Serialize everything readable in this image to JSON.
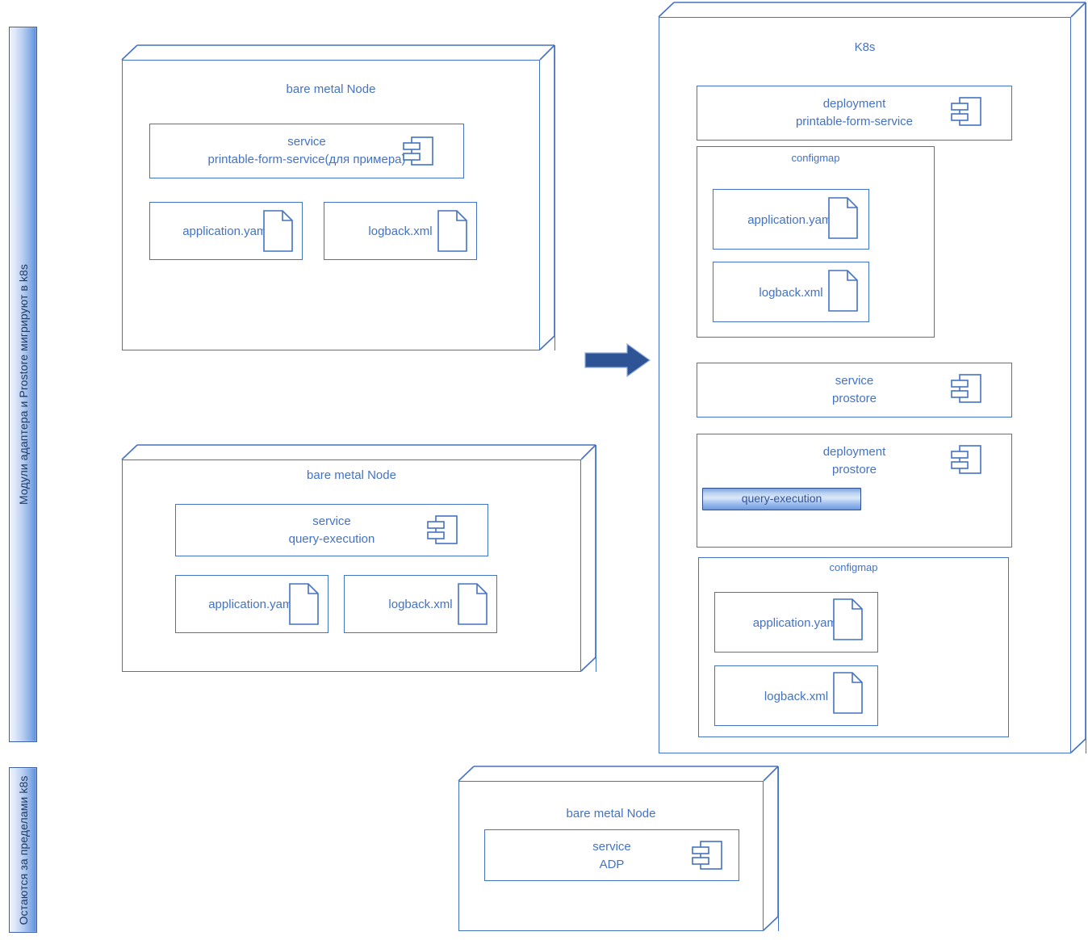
{
  "diagram": {
    "title_colors": {
      "stroke": "#4472C4",
      "text": "#4472C4",
      "band_text": "#1F3864",
      "arrow_fill": "#2E5496",
      "button_text": "#2F5597"
    }
  },
  "bands": [
    {
      "id": "migrating",
      "label": "Модули адаптера и Prostore мигрируют в k8s"
    },
    {
      "id": "outside",
      "label": "Остаются за пределами k8s"
    }
  ],
  "arrow": {
    "name": "migration-arrow",
    "direction": "right"
  },
  "left_column": {
    "node_top": {
      "title": "bare metal Node",
      "service": {
        "line1": "service",
        "line2": "printable-form-service(для примера)"
      },
      "files": [
        {
          "label": "application.yaml"
        },
        {
          "label": "logback.xml"
        }
      ]
    },
    "node_middle": {
      "title": "bare metal Node",
      "service": {
        "line1": "service",
        "line2": "query-execution"
      },
      "files": [
        {
          "label": "application.yaml"
        },
        {
          "label": "logback.xml"
        }
      ]
    }
  },
  "bottom_node": {
    "title": "bare metal Node",
    "service": {
      "line1": "service",
      "line2": "ADP"
    }
  },
  "k8s": {
    "title": "K8s",
    "deployment_printable": {
      "line1": "deployment",
      "line2": "printable-form-service"
    },
    "configmap_top": {
      "title": "configmap",
      "files": [
        {
          "label": "application.yaml"
        },
        {
          "label": "logback.xml"
        }
      ]
    },
    "service_prostore": {
      "line1": "service",
      "line2": "prostore"
    },
    "deployment_prostore": {
      "line1": "deployment",
      "line2": "prostore",
      "button": "query-execution"
    },
    "configmap_bottom": {
      "title": "configmap",
      "files": [
        {
          "label": "application.yaml"
        },
        {
          "label": "logback.xml"
        }
      ]
    }
  }
}
